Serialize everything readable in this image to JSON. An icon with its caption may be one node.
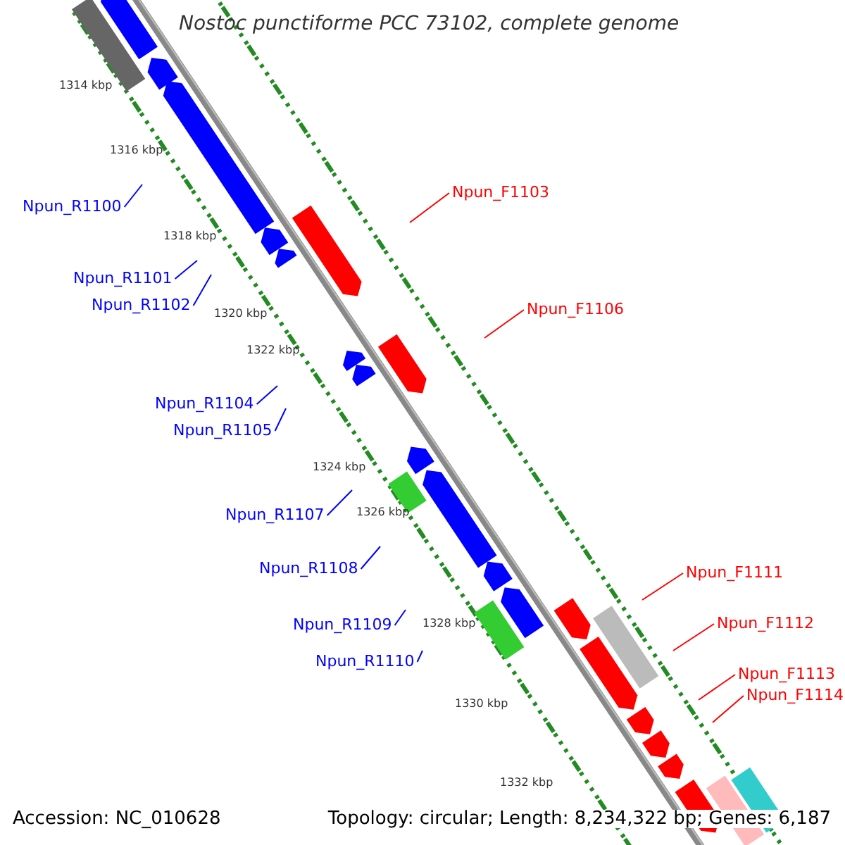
{
  "diagram": {
    "title": "Nostoc punctiforme PCC 73102, complete genome",
    "nodes": [
      {
        "text": [
          "Npun_F1103"
        ]
      },
      {
        "text": [
          "Npun_R1100"
        ]
      },
      {
        "text": [
          "Npun_R1101"
        ]
      },
      {
        "text": [
          "Npun_R1102"
        ]
      },
      {
        "text": [
          "Npun_F1106"
        ]
      },
      {
        "text": [
          "Npun_R1104"
        ]
      },
      {
        "text": [
          "Npun_R1105"
        ]
      },
      {
        "text": [
          "Npun_R1107"
        ]
      },
      {
        "text": [
          "Npun_R1108"
        ]
      },
      {
        "text": [
          "Npun_F1111"
        ]
      },
      {
        "text": [
          "Npun_R1109"
        ]
      },
      {
        "text": [
          "Npun_F1112"
        ]
      },
      {
        "text": [
          "Npun_R1110"
        ]
      },
      {
        "text": [
          "Npun_F1113"
        ]
      },
      {
        "text": [
          "Npun_F1114"
        ]
      }
    ],
    "edges": [
      {
        "from": 0,
        "to": null,
        "arrow": "none",
        "color": "#ff0000"
      },
      {
        "from": 1,
        "to": null,
        "arrow": "none"
      },
      {
        "from": 2,
        "to": null,
        "arrow": "none"
      },
      {
        "from": 3,
        "to": null,
        "arrow": "none"
      },
      {
        "from": 4,
        "to": null,
        "arrow": "none",
        "color": "#ff0000"
      },
      {
        "from": 5,
        "to": null,
        "arrow": "none"
      },
      {
        "from": 6,
        "to": null,
        "arrow": "none"
      },
      {
        "from": 7,
        "to": null,
        "arrow": "none"
      },
      {
        "from": 8,
        "to": null,
        "arrow": "none"
      },
      {
        "from": 9,
        "to": null,
        "arrow": "none",
        "color": "#ff0000"
      },
      {
        "from": 10,
        "to": null,
        "arrow": "none"
      },
      {
        "from": 11,
        "to": null,
        "arrow": "none",
        "color": "#ff0000"
      },
      {
        "from": 12,
        "to": null,
        "arrow": "none"
      },
      {
        "from": 13,
        "to": null,
        "arrow": "none",
        "color": "#ff0000"
      },
      {
        "from": 14,
        "to": null,
        "arrow": "none",
        "color": "#ff0000"
      }
    ],
    "labels": [
      "1314 kbp",
      "1316 kbp",
      "1318 kbp",
      "1320 kbp",
      "1322 kbp",
      "1324 kbp",
      "1326 kbp",
      "1328 kbp",
      "1330 kbp",
      "1332 kbp",
      "Accession: NC_010628",
      "Topology: circular; Length: 8,234,322 bp; Genes: 6,187"
    ]
  }
}
